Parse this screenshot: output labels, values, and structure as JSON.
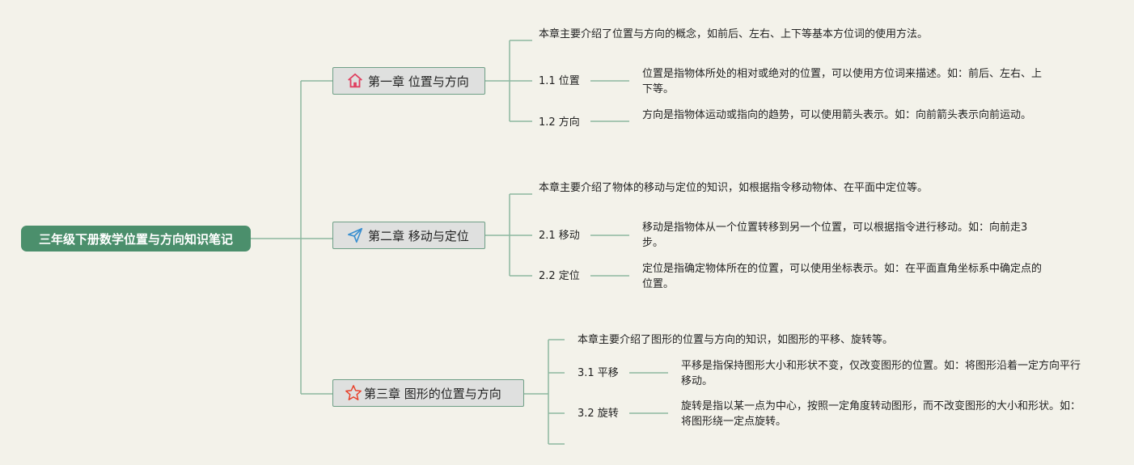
{
  "mindmap": {
    "root": "三年级下册数学位置与方向知识笔记",
    "chapters": [
      {
        "title": "第一章 位置与方向",
        "icon": "home-icon",
        "intro": "本章主要介绍了位置与方向的概念，如前后、左右、上下等基本方位词的使用方法。",
        "sections": [
          {
            "label": "1.1 位置",
            "detail": "位置是指物体所处的相对或绝对的位置，可以使用方位词来描述。如：前后、左右、上下等。"
          },
          {
            "label": "1.2 方向",
            "detail": "方向是指物体运动或指向的趋势，可以使用箭头表示。如：向前箭头表示向前运动。"
          }
        ]
      },
      {
        "title": "第二章 移动与定位",
        "icon": "paper-plane-icon",
        "intro": "本章主要介绍了物体的移动与定位的知识，如根据指令移动物体、在平面中定位等。",
        "sections": [
          {
            "label": "2.1 移动",
            "detail": "移动是指物体从一个位置转移到另一个位置，可以根据指令进行移动。如：向前走3步。"
          },
          {
            "label": "2.2 定位",
            "detail": "定位是指确定物体所在的位置，可以使用坐标表示。如：在平面直角坐标系中确定点的位置。"
          }
        ]
      },
      {
        "title": "第三章 图形的位置与方向",
        "icon": "star-icon",
        "intro": "本章主要介绍了图形的位置与方向的知识，如图形的平移、旋转等。",
        "sections": [
          {
            "label": "3.1 平移",
            "detail": "平移是指保持图形大小和形状不变，仅改变图形的位置。如：将图形沿着一定方向平行移动。"
          },
          {
            "label": "3.2 旋转",
            "detail": "旋转是指以某一点为中心，按照一定角度转动图形，而不改变图形的大小和形状。如：将图形绕一定点旋转。"
          }
        ]
      }
    ],
    "colors": {
      "line": "#8cb8a0",
      "root": "#4b8f6c",
      "home_icon": "#e04060",
      "plane_icon": "#3a8fd0",
      "star_icon": "#e8402a"
    }
  }
}
